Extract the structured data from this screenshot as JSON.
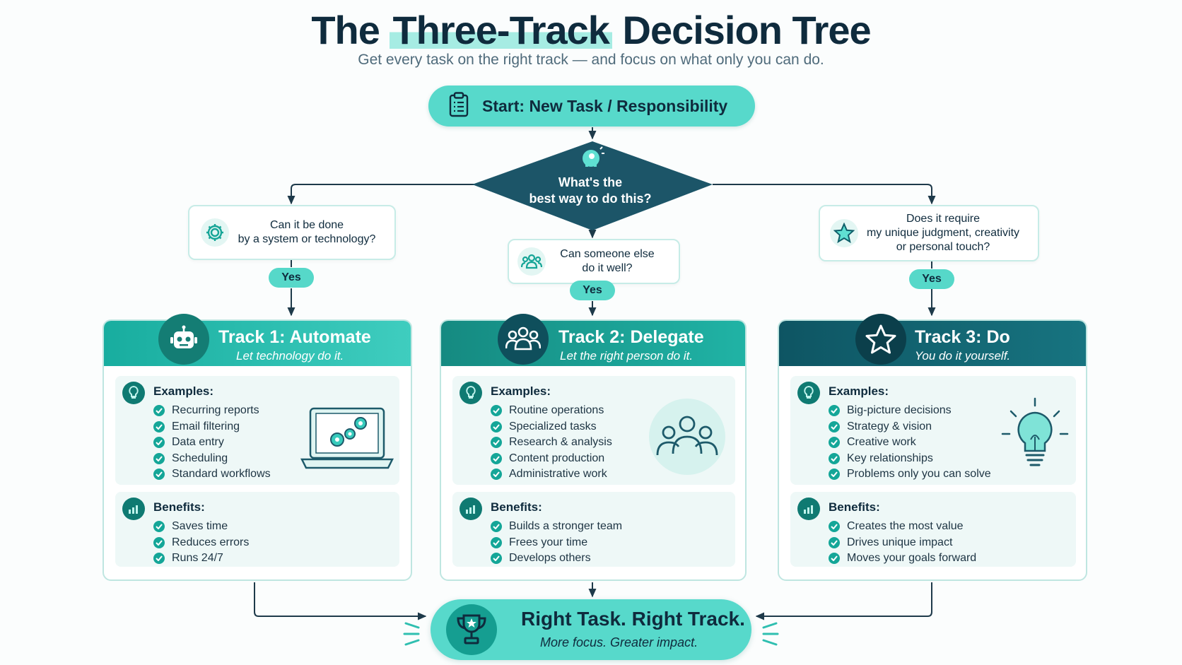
{
  "title": {
    "before": "The ",
    "highlight": "Three-Track",
    "after": " Decision Tree"
  },
  "subtitle": "Get every task on the right track — and focus on what only you can do.",
  "start": {
    "label": "Start: New Task / Responsibility",
    "icon": "clipboard-icon"
  },
  "decision": {
    "line1": "What's the",
    "line2": "best way to do this?",
    "icon": "head-idea-icon"
  },
  "questions": [
    {
      "line1": "Can it be done",
      "line2": "by a system or technology?",
      "line3": "",
      "icon": "gear-icon",
      "answer": "Yes"
    },
    {
      "line1": "Can someone else",
      "line2": "do it well?",
      "line3": "",
      "icon": "people-icon",
      "answer": "Yes"
    },
    {
      "line1": "Does it require",
      "line2": "my unique judgment, creativity",
      "line3": "or personal touch?",
      "icon": "star-icon",
      "answer": "Yes"
    }
  ],
  "tracks": [
    {
      "title": "Track 1: Automate",
      "subtitle": "Let technology do it.",
      "icon": "robot-icon",
      "header_color": "#1db5a6",
      "examples_label": "Examples:",
      "examples": [
        "Recurring reports",
        "Email filtering",
        "Data entry",
        "Scheduling",
        "Standard workflows"
      ],
      "benefits_label": "Benefits:",
      "benefits": [
        "Saves time",
        "Reduces errors",
        "Runs 24/7"
      ],
      "illustration": "laptop-gears-icon"
    },
    {
      "title": "Track 2: Delegate",
      "subtitle": "Let the right person do it.",
      "icon": "team-icon",
      "header_color": "#168f86",
      "examples_label": "Examples:",
      "examples": [
        "Routine operations",
        "Specialized tasks",
        "Research & analysis",
        "Content production",
        "Administrative work"
      ],
      "benefits_label": "Benefits:",
      "benefits": [
        "Builds a stronger team",
        "Frees your time",
        "Develops others"
      ],
      "illustration": "group-icon"
    },
    {
      "title": "Track 3: Do",
      "subtitle": "You do it yourself.",
      "icon": "star-outline-icon",
      "header_color": "#0f5f6a",
      "examples_label": "Examples:",
      "examples": [
        "Big-picture decisions",
        "Strategy & vision",
        "Creative work",
        "Key relationships",
        "Problems only you can solve"
      ],
      "benefits_label": "Benefits:",
      "benefits": [
        "Creates the most value",
        "Drives unique impact",
        "Moves your goals forward"
      ],
      "illustration": "lightbulb-icon"
    }
  ],
  "result": {
    "title": "Right Task. Right Track.",
    "subtitle": "More focus. Greater impact.",
    "icon": "trophy-icon"
  },
  "colors": {
    "teal": "#57d9cb",
    "dark": "#0f2b3d",
    "diamond": "#1c5568"
  }
}
